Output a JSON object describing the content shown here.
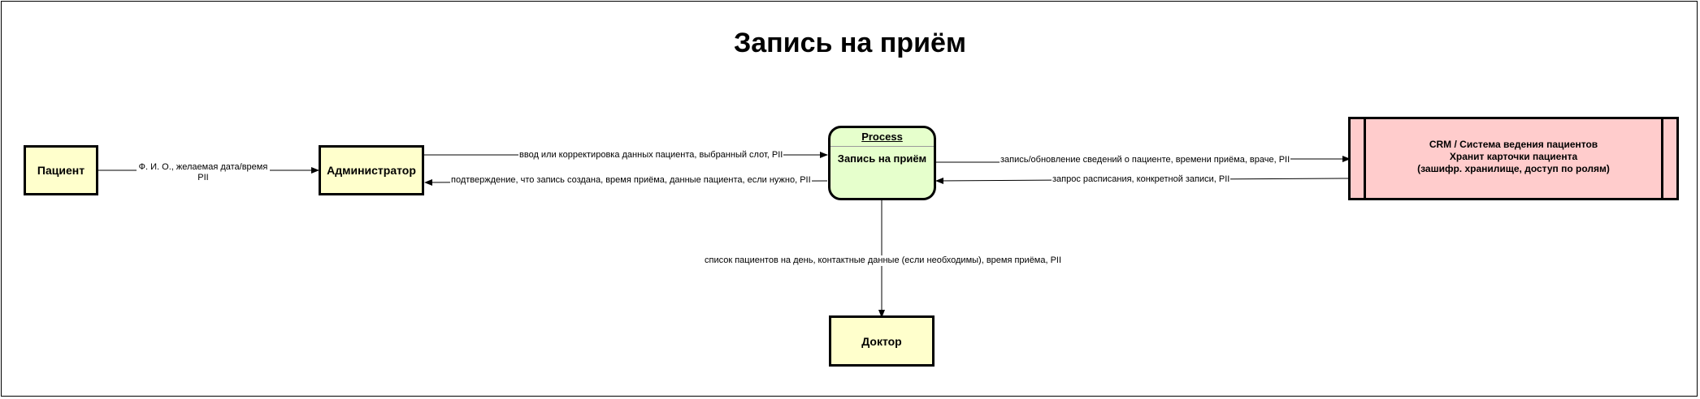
{
  "title": "Запись на приём",
  "entities": {
    "patient": "Пациент",
    "admin": "Администратор",
    "doctor": "Доктор"
  },
  "process": {
    "header": "Process",
    "name": "Запись на приём"
  },
  "store": {
    "line1": "CRM / Система ведения пациентов",
    "line2": "Хранит карточки пациента",
    "line3": "(зашифр. хранилище, доступ по ролям)"
  },
  "flows": {
    "patient_to_admin_line1": "Ф. И. О., желаемая дата/время",
    "patient_to_admin_line2": "PII",
    "admin_to_process": "ввод или корректировка данных пациента, выбранный слот, PII",
    "process_to_admin": "подтверждение, что запись создана, время приёма, данные пациента, если нужно, PII",
    "process_to_store": "запись/обновление сведений о пациенте, времени приёма, враче, PII",
    "store_to_process": "запрос расписания, конкретной записи, PII",
    "process_to_doctor": "список пациентов на день, контактные данные (если необходимы), время приёма, PII"
  },
  "colors": {
    "external_entity": "#ffffcc",
    "process": "#e6ffcc",
    "data_store": "#ffcccc",
    "border": "#000000"
  }
}
